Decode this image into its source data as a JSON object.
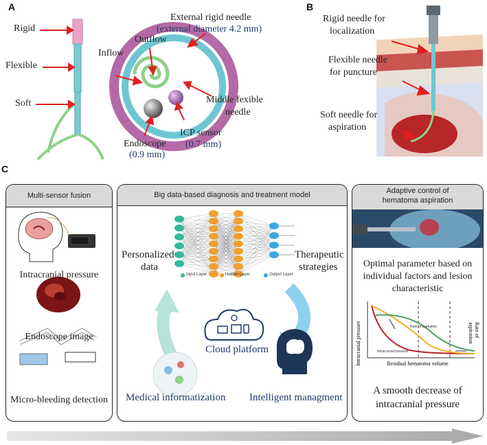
{
  "panel_a": {
    "letter": "A",
    "needle_labels": {
      "rigid": "Rigid",
      "flexible": "Flexible",
      "soft": "Soft"
    },
    "external_needle": "External rigid needle",
    "external_diameter": "(external diameter 4.2 mm)",
    "outflow": "Outflow",
    "inflow": "Inflow",
    "middle_needle_1": "Middle fexible",
    "middle_needle_2": "needle",
    "icp_sensor": "ICP sensor",
    "icp_size": "(0.7 mm)",
    "endoscope": "Endoscope",
    "endoscope_size": "(0.9 mm)"
  },
  "panel_b": {
    "letter": "B",
    "rigid_1": "Rigid needle for",
    "rigid_2": "localization",
    "flexible_1": "Flexible needle",
    "flexible_2": "for puncture",
    "soft_1": "Soft needle for",
    "soft_2": "aspiration"
  },
  "panel_c": {
    "letter": "C",
    "left": {
      "header": "Multi-sensor fusion",
      "icp": "Intracranial pressure",
      "endoscope": "Endoscope image",
      "bleeding": "Micro-bleeding detection"
    },
    "middle": {
      "header": "Big data-based diagnosis and treatment model",
      "personalized_1": "Personalized",
      "personalized_2": "data",
      "therapeutic_1": "Therapeutic",
      "therapeutic_2": "strategies",
      "legend_input": "Input Layer",
      "legend_hidden": "Hidden Layer",
      "legend_output": "Output Layer",
      "cloud": "Cloud platform",
      "medical": "Medical informatization",
      "intelligent": "Intelligent managment"
    },
    "right": {
      "header_1": "Adaptive control of",
      "header_2": "hematoma aspiration",
      "optimal_1": "Optimal parameter based on",
      "optimal_2": "individual factors and lesion",
      "optimal_3": "characteristic",
      "ylabel": "Intracranial pressure",
      "y2label": "Rate of aspiration",
      "xlabel": "Residual hematoma volume",
      "rate_label": "Rate of aspiration",
      "icp_label": "Intracranial pressure",
      "smooth_1": "A smooth decrease of",
      "smooth_2": "intracranial pressure"
    }
  },
  "colors": {
    "arrow_red": "#e02020",
    "needle_pink": "#e7a6c8",
    "needle_teal": "#7ccbd1",
    "needle_green": "#8fd08a",
    "outer_ring": "#b36aa6",
    "middle_ring": "#6ec6d3",
    "input_node": "#33b89a",
    "hidden_node": "#f0a030",
    "output_node": "#3aa7de",
    "header_gray": "#d9d9d9",
    "text_blue": "#1f3a6b"
  }
}
